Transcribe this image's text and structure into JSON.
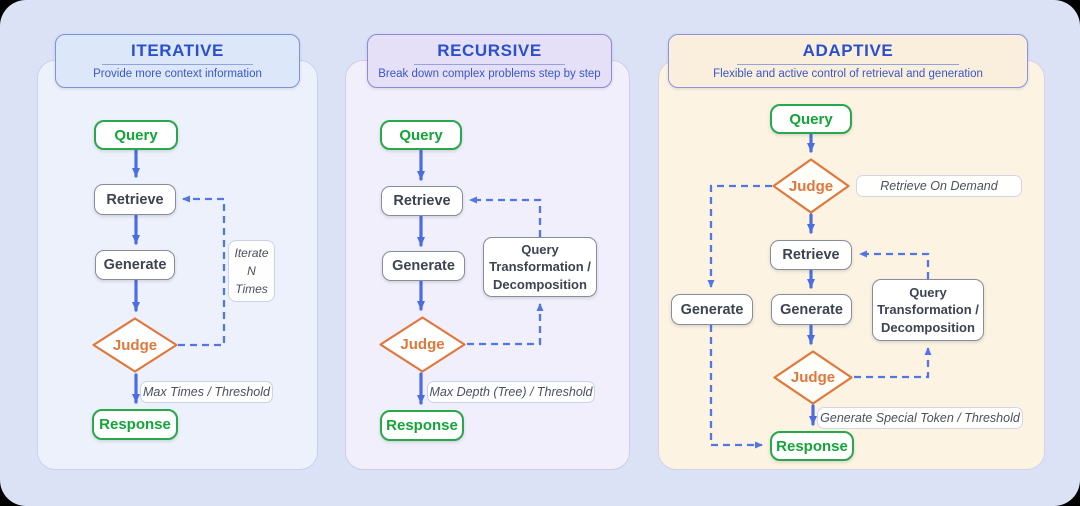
{
  "colors": {
    "arrow_solid": "#4c6de2",
    "arrow_dashed": "#5376e6",
    "green_accent": "#29a74b",
    "orange_accent": "#e0773b",
    "title_blue": "#2b50cf"
  },
  "panels": [
    {
      "title": "ITERATIVE",
      "subtitle": "Provide more context information",
      "nodes": {
        "query": "Query",
        "retrieve": "Retrieve",
        "generate": "Generate",
        "judge": "Judge",
        "response": "Response"
      },
      "annotations": {
        "loop_note_lines": [
          "Iterate",
          "N",
          "Times"
        ],
        "threshold": "Max Times / Threshold"
      }
    },
    {
      "title": "RECURSIVE",
      "subtitle": "Break down complex problems step by step",
      "nodes": {
        "query": "Query",
        "retrieve": "Retrieve",
        "generate": "Generate",
        "judge": "Judge",
        "response": "Response",
        "transform_lines": [
          "Query",
          "Transformation /",
          "Decomposition"
        ]
      },
      "annotations": {
        "threshold": "Max Depth (Tree) / Threshold"
      }
    },
    {
      "title": "ADAPTIVE",
      "subtitle": "Flexible and active control of retrieval and generation",
      "nodes": {
        "query": "Query",
        "judge_top": "Judge",
        "retrieve": "Retrieve",
        "generate_left": "Generate",
        "generate": "Generate",
        "transform_lines": [
          "Query",
          "Transformation /",
          "Decomposition"
        ],
        "judge_bottom": "Judge",
        "response": "Response"
      },
      "annotations": {
        "retrieve_note": "Retrieve On Demand",
        "threshold": "Generate Special Token / Threshold"
      }
    }
  ]
}
